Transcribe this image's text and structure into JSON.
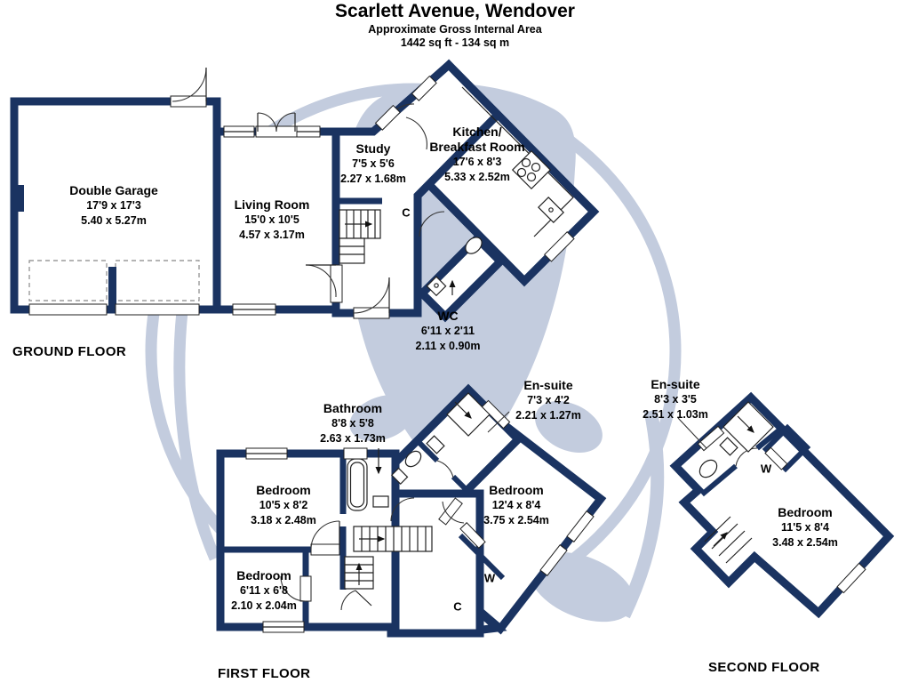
{
  "header": {
    "title": "Scarlett Avenue, Wendover",
    "subtitle": "Approximate Gross Internal Area",
    "area": "1442 sq ft - 134 sq m"
  },
  "floors": {
    "ground": {
      "label": "GROUND FLOOR",
      "rooms": [
        {
          "name": "Double Garage",
          "imperial": "17'9 x 17'3",
          "metric": "5.40 x 5.27m"
        },
        {
          "name": "Living Room",
          "imperial": "15'0 x 10'5",
          "metric": "4.57 x 3.17m"
        },
        {
          "name": "Study",
          "imperial": "7'5 x 5'6",
          "metric": "2.27 x 1.68m"
        },
        {
          "name": "Kitchen/",
          "name2": "Breakfast Room",
          "imperial": "17'6 x 8'3",
          "metric": "5.33 x 2.52m"
        },
        {
          "name": "WC",
          "imperial": "6'11 x 2'11",
          "metric": "2.11 x 0.90m"
        }
      ],
      "closets": [
        {
          "label": "C"
        }
      ]
    },
    "first": {
      "label": "FIRST FLOOR",
      "rooms": [
        {
          "name": "Bathroom",
          "imperial": "8'8 x 5'8",
          "metric": "2.63 x 1.73m"
        },
        {
          "name": "Bedroom",
          "imperial": "10'5 x 8'2",
          "metric": "3.18 x 2.48m"
        },
        {
          "name": "Bedroom",
          "imperial": "6'11 x 6'8",
          "metric": "2.10 x 2.04m"
        },
        {
          "name": "Bedroom",
          "imperial": "12'4 x 8'4",
          "metric": "3.75 x 2.54m"
        },
        {
          "name": "En-suite",
          "imperial": "7'3 x 4'2",
          "metric": "2.21 x 1.27m"
        }
      ],
      "closets": [
        {
          "label": "W"
        },
        {
          "label": "C"
        }
      ]
    },
    "second": {
      "label": "SECOND FLOOR",
      "rooms": [
        {
          "name": "En-suite",
          "imperial": "8'3 x 3'5",
          "metric": "2.51 x 1.03m"
        },
        {
          "name": "Bedroom",
          "imperial": "11'5 x 8'4",
          "metric": "3.48 x 2.54m"
        }
      ],
      "closets": [
        {
          "label": "W"
        }
      ]
    }
  },
  "colors": {
    "wall": "#1a3361",
    "watermark": "#c3ccde",
    "text": "#000000"
  }
}
